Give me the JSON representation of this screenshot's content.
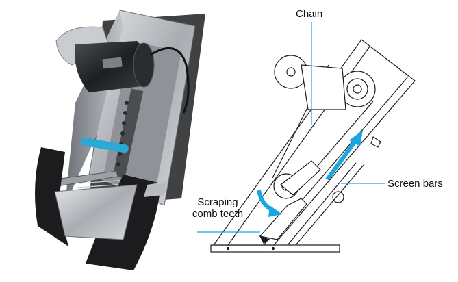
{
  "figure": {
    "photo": {
      "subject": "mechanical bar screen with motor, chain and comb"
    },
    "diagram": {
      "labels": {
        "chain": "Chain",
        "screen_bars": "Screen bars",
        "scraping_comb_line1": "Scraping",
        "scraping_comb_line2": "comb teeth"
      }
    },
    "colors": {
      "accent_arrow": "#1aa7e0",
      "leader_line": "#1aa7e0",
      "outline": "#1a1a1a",
      "frame_steel": "#b9bcc0",
      "dark_plate": "#1c1c1e"
    }
  }
}
